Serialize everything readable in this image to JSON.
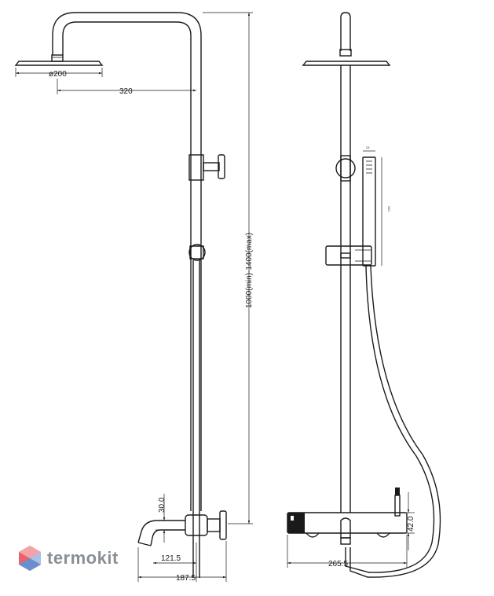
{
  "dimensions": {
    "head_diameter": "ø200",
    "arm_length": "320",
    "height_range": "1000(min)-1400(max)",
    "spout_height": "30.0",
    "spout_reach": "121.5",
    "total_depth": "187.5",
    "mixer_width": "265.5",
    "handle_height": "42.0",
    "hand_shower_width": "23",
    "hand_shower_length": "210"
  },
  "brand": {
    "name": "termokit",
    "logo_colors": [
      "#e8636b",
      "#f2a3a8",
      "#6a8ed0",
      "#a9c0ea"
    ]
  }
}
